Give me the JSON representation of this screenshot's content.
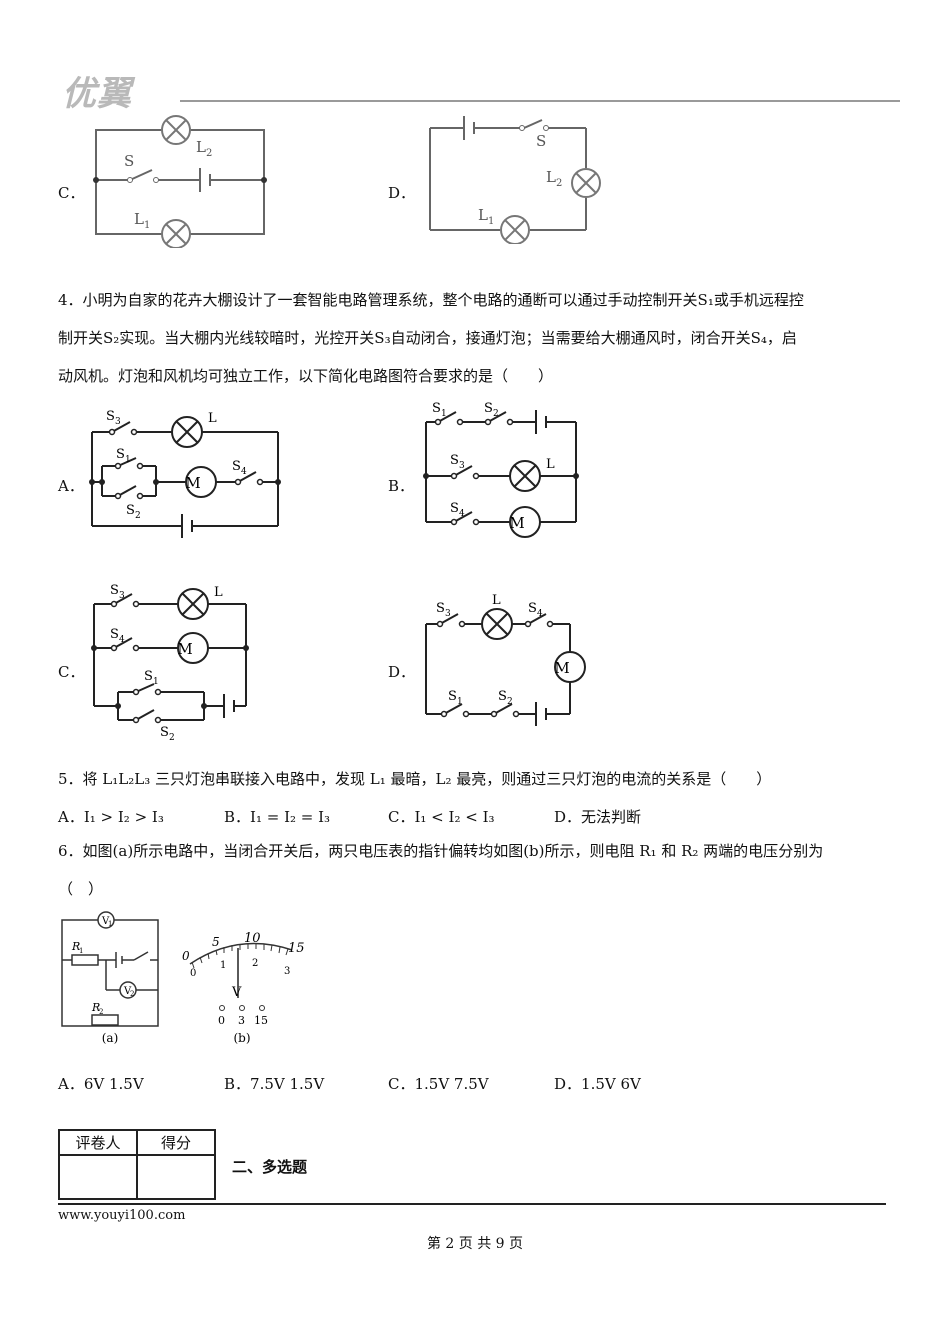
{
  "header": {
    "logo": "优翼"
  },
  "q3_options": {
    "c": "C．",
    "d": "D．"
  },
  "q4": {
    "line1": "4．小明为自家的花卉大棚设计了一套智能电路管理系统，整个电路的通断可以通过手动控制开关S₁或手机远程控",
    "line2": "制开关S₂实现。当大棚内光线较暗时，光控开关S₃自动闭合，接通灯泡；当需要给大棚通风时，闭合开关S₄，启",
    "line3": "动风机。灯泡和风机均可独立工作，以下简化电路图符合要求的是（　　）",
    "a": "A．",
    "b": "B．",
    "c": "C．",
    "d": "D．"
  },
  "q5": {
    "stem": "5．将 L₁L₂L₃ 三只灯泡串联接入电路中，发现 L₁ 最暗，L₂ 最亮，则通过三只灯泡的电流的关系是（　　）",
    "a": "A．I₁ > I₂ > I₃",
    "b": "B．I₁ = I₂ = I₃",
    "c": "C．I₁ < I₂ < I₃",
    "d": "D．无法判断"
  },
  "q6": {
    "line1": "6．如图(a)所示电路中，当闭合开关后，两只电压表的指针偏转均如图(b)所示，则电阻 R₁ 和 R₂ 两端的电压分别为",
    "line2": "（　）",
    "fig_a": "(a)",
    "fig_b": "(b)",
    "a": "A．6V  1.5V",
    "b": "B．7.5V   1.5V",
    "c": "C．1.5V  7.5V",
    "d": "D．1.5V  6V"
  },
  "score_box": {
    "col1": "评卷人",
    "col2": "得分"
  },
  "section": "二、多选题",
  "footer": {
    "site": "www.youyi100.com",
    "page": "第 2 页 共 9 页"
  }
}
